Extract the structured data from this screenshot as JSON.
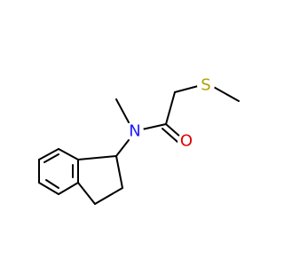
{
  "molecule": {
    "atoms": {
      "S": {
        "label": "S",
        "color": "#b2a000"
      },
      "O": {
        "label": "O",
        "color": "#e00000"
      },
      "N": {
        "label": "N",
        "color": "#1a1aff"
      }
    },
    "bond_color": "#000000"
  }
}
